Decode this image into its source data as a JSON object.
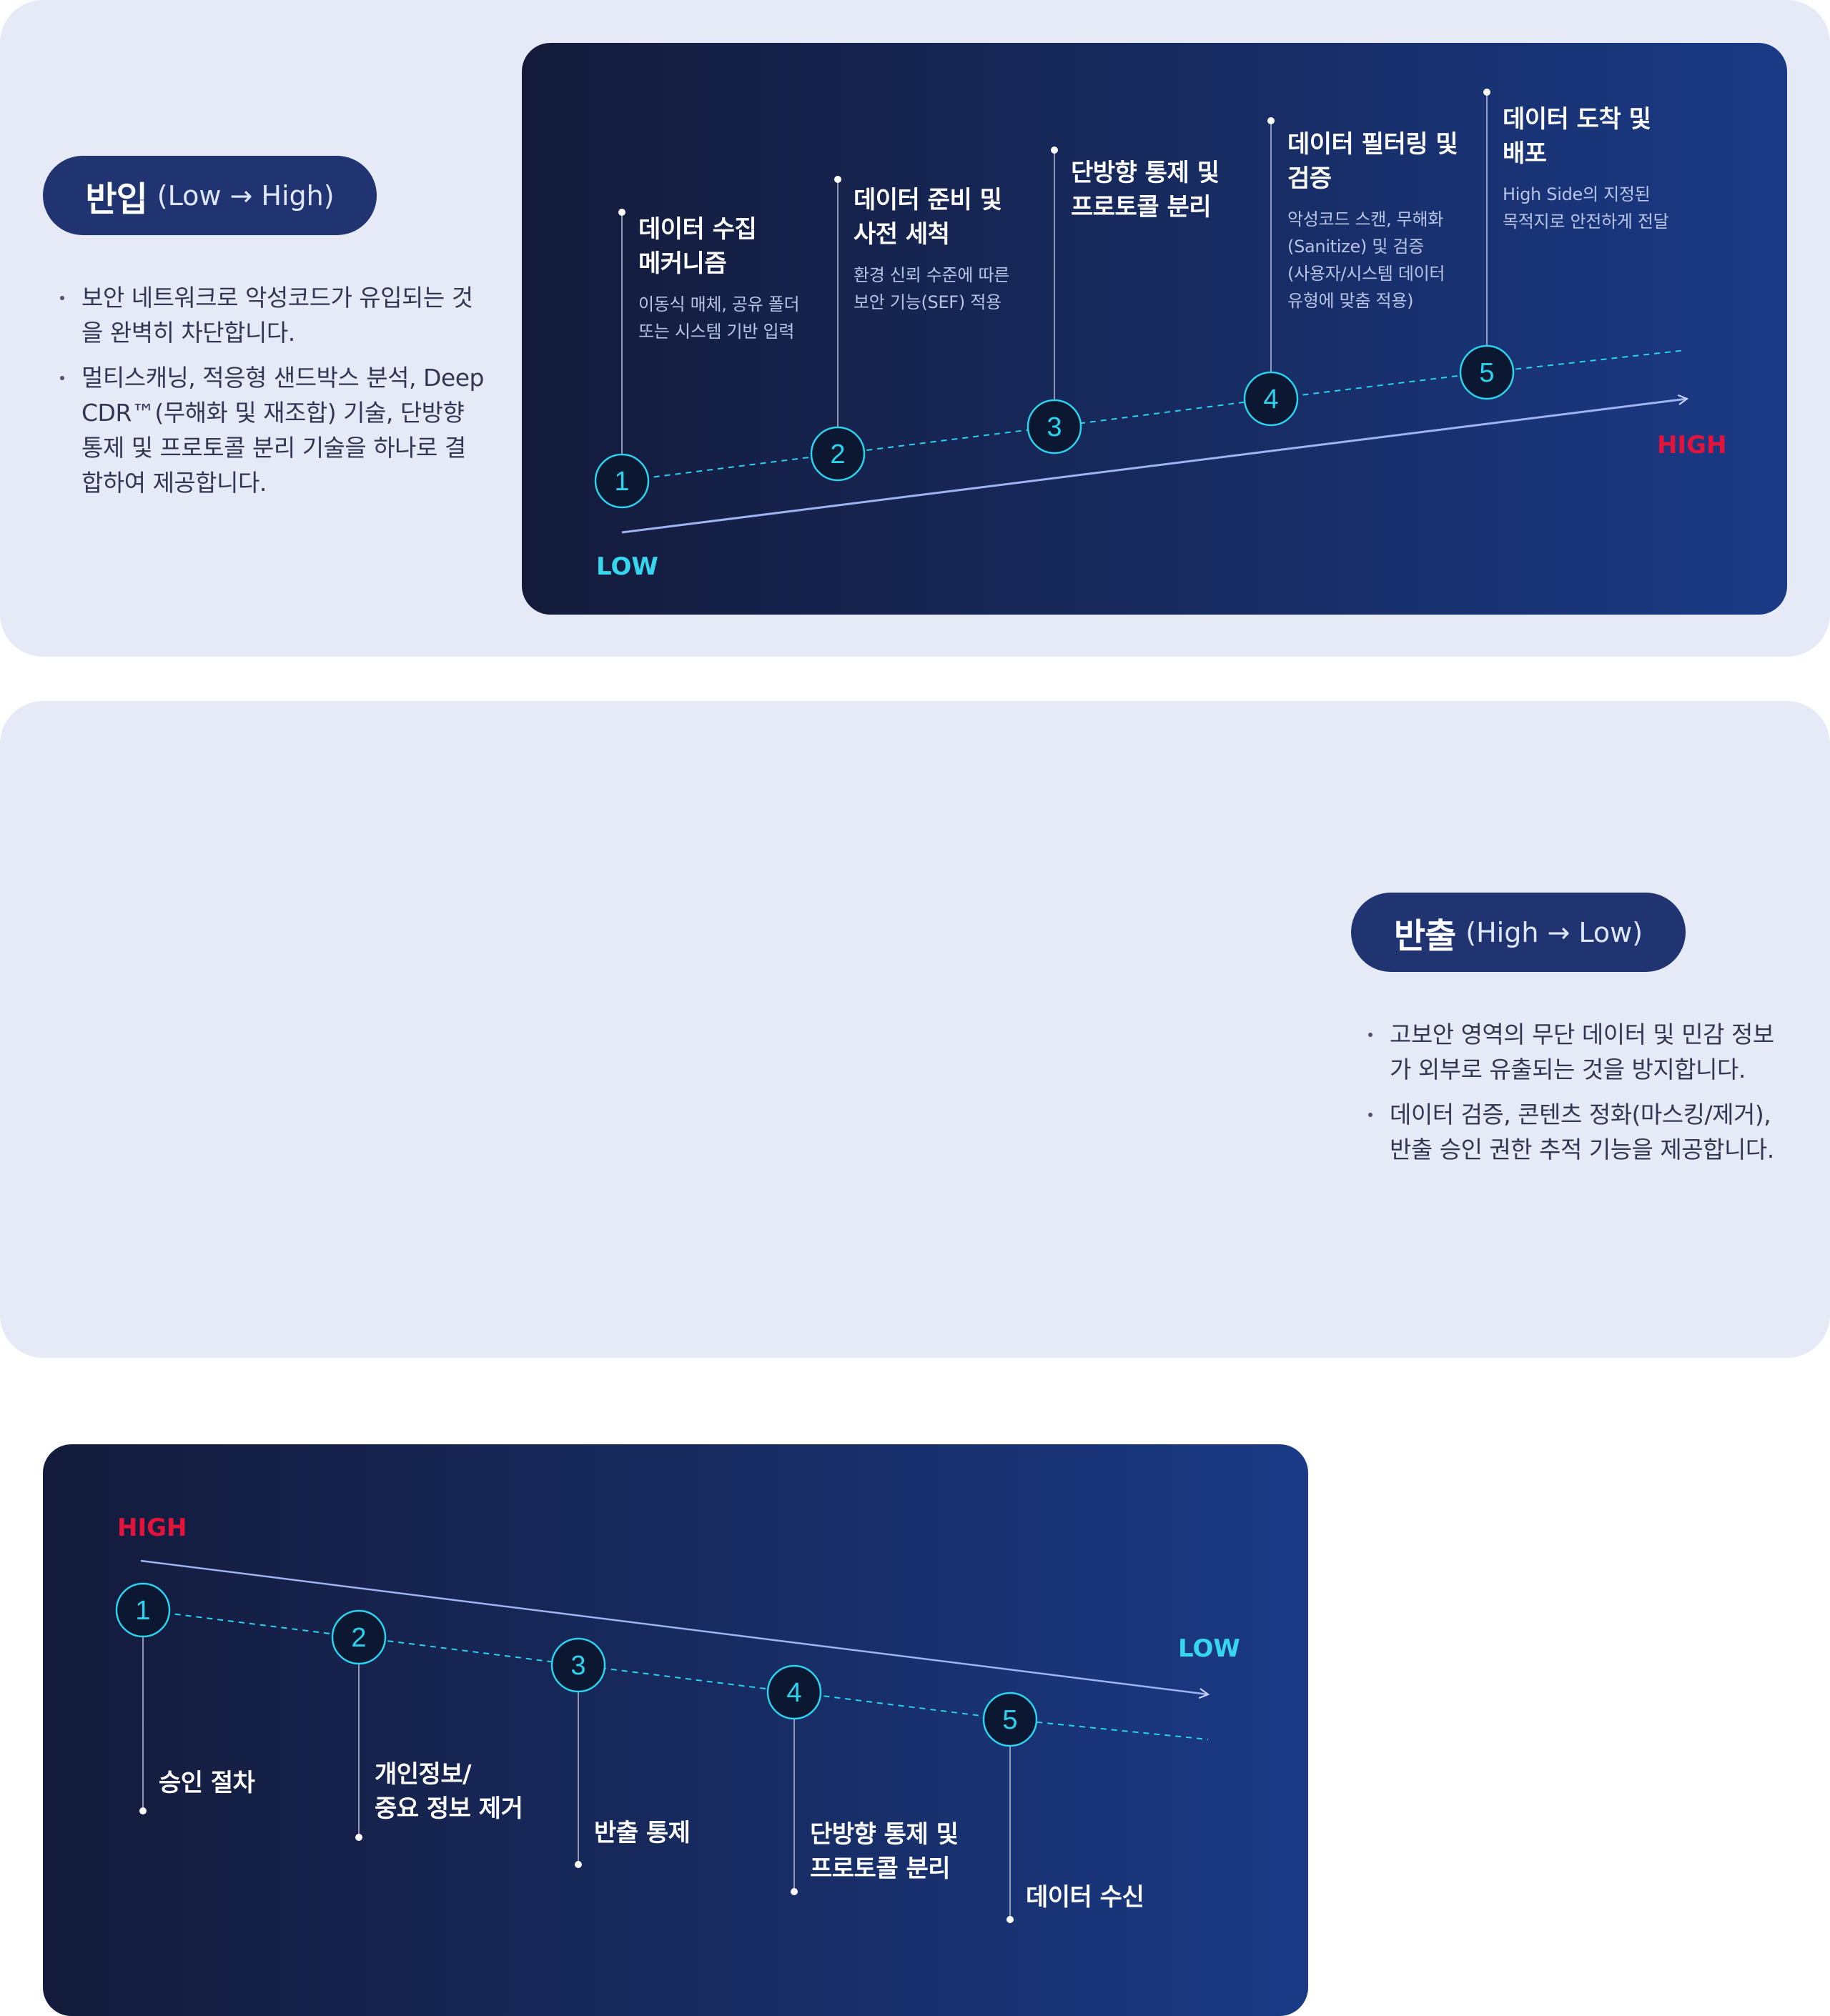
{
  "colors": {
    "section_bg": "#e6e9f6",
    "pill_bg": "#1f3470",
    "node_fill": "#0c1732",
    "node_accent": "#2ad3ee",
    "low_label": "#36d6ef",
    "high_label": "#e3143b",
    "trend_line": "#9fb4f2"
  },
  "inbound": {
    "title": "반입",
    "subtitle": "(Low → High)",
    "bullets": [
      "보안 네트워크로 악성코드가 유입되는 것을 완벽히 차단합니다.",
      "멀티스캐닝, 적응형 샌드박스 분석, Deep CDR™(무해화 및 재조합) 기술, 단방향 통제 및 프로토콜 분리 기술을 하나로 결합하여 제공합니다."
    ],
    "low_label": "LOW",
    "high_label": "HIGH",
    "steps": [
      {
        "num": "1",
        "title": "데이터 수집\n메커니즘",
        "desc": "이동식 매체, 공유 폴더\n또는 시스템 기반 입력"
      },
      {
        "num": "2",
        "title": "데이터 준비 및\n사전 세척",
        "desc": "환경 신뢰 수준에 따른\n보안 기능(SEF) 적용"
      },
      {
        "num": "3",
        "title": "단방향 통제 및\n프로토콜 분리",
        "desc": ""
      },
      {
        "num": "4",
        "title": "데이터 필터링 및\n검증",
        "desc": "악성코드 스캔, 무해화\n(Sanitize) 및 검증\n(사용자/시스템 데이터\n유형에 맞춤 적용)"
      },
      {
        "num": "5",
        "title": "데이터 도착 및\n배포",
        "desc": "High Side의 지정된\n목적지로 안전하게 전달"
      }
    ]
  },
  "outbound": {
    "title": "반출",
    "subtitle": "(High → Low)",
    "bullets": [
      "고보안 영역의 무단 데이터 및 민감 정보가 외부로 유출되는 것을 방지합니다.",
      "데이터 검증, 콘텐츠 정화(마스킹/제거), 반출 승인 권한 추적 기능을 제공합니다."
    ],
    "low_label": "LOW",
    "high_label": "HIGH",
    "steps": [
      {
        "num": "1",
        "title": "승인 절차"
      },
      {
        "num": "2",
        "title": "개인정보/\n중요 정보 제거"
      },
      {
        "num": "3",
        "title": "반출 통제"
      },
      {
        "num": "4",
        "title": "단방향 통제 및\n프로토콜 분리"
      },
      {
        "num": "5",
        "title": "데이터 수신"
      }
    ]
  }
}
